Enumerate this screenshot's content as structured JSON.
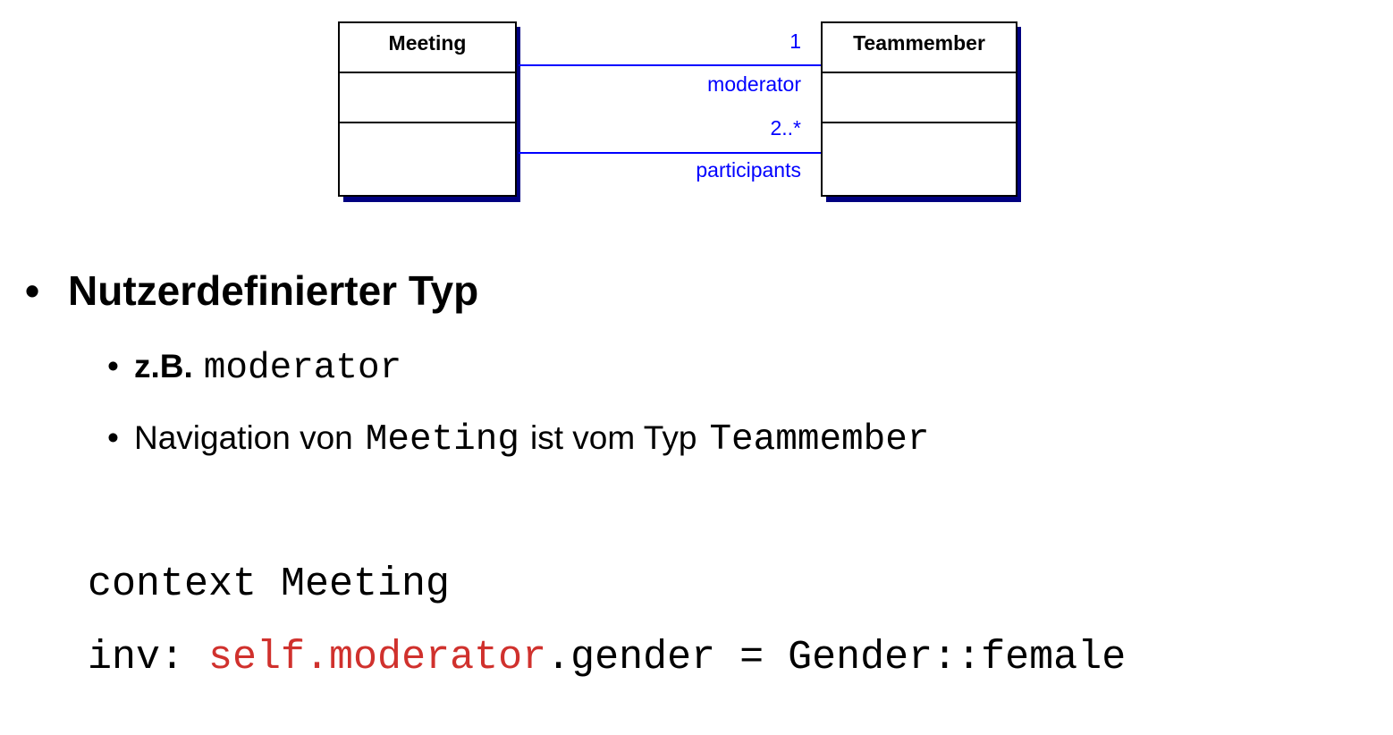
{
  "diagram": {
    "left_class": {
      "name": "Meeting"
    },
    "right_class": {
      "name": "Teammember"
    },
    "associations": [
      {
        "multiplicity": "1",
        "role": "moderator"
      },
      {
        "multiplicity": "2..*",
        "role": "participants"
      }
    ],
    "colors": {
      "association": "#0000ff",
      "shadow": "#000080",
      "border": "#000000"
    }
  },
  "bullets": {
    "heading": "Nutzerdefinierter Typ",
    "sub1": {
      "prefix": "z.B.",
      "code": "moderator"
    },
    "sub2": {
      "text_a": "Navigation von",
      "code_a": "Meeting",
      "text_b": "ist vom Typ",
      "code_b": "Teammember"
    }
  },
  "code": {
    "line1": "context Meeting",
    "line2_prefix": "inv: ",
    "line2_highlight": "self.moderator",
    "line2_suffix": ".gender = Gender::female",
    "highlight_color": "#d0312d"
  }
}
